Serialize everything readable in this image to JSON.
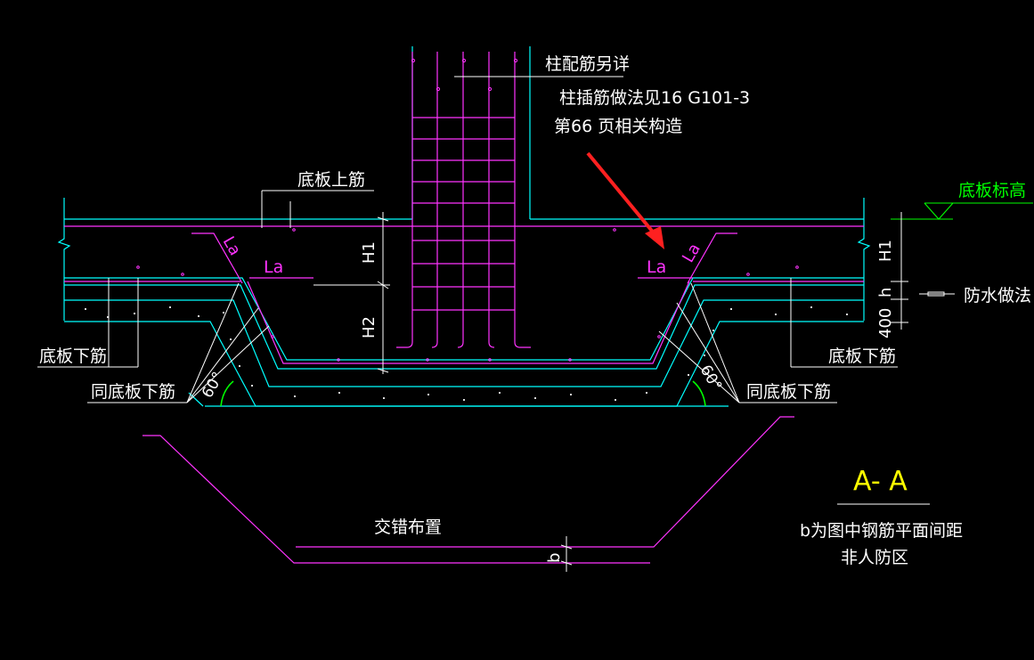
{
  "labels": {
    "column_rebar_note": "柱配筋另详",
    "column_dowel_note_1": "柱插筋做法见16 G101-3",
    "column_dowel_note_2": "第66 页相关构造",
    "slab_top_rebar": "底板上筋",
    "slab_elevation": "底板标高",
    "waterproofing": "防水做法",
    "slab_bottom_rebar_left": "底板下筋",
    "slab_bottom_rebar_right": "底板下筋",
    "same_as_bottom_left": "同底板下筋",
    "same_as_bottom_right": "同底板下筋",
    "staggered": "交错布置",
    "section_title": "A- A",
    "note_1": "b为图中钢筋平面间距",
    "note_2": "非人防区"
  },
  "dimensions": {
    "h1": "H1",
    "h2": "H2",
    "h1_right": "H1",
    "h": "h",
    "t400": "400",
    "la": "La",
    "angle": "60°",
    "b": "b"
  },
  "colors": {
    "background": "#000000",
    "rebar": "#ff33ff",
    "concrete": "#00ffff",
    "text": "#ffffff",
    "dimension": "#00ff00",
    "title": "#ffff00",
    "arrow": "#ff2020"
  }
}
